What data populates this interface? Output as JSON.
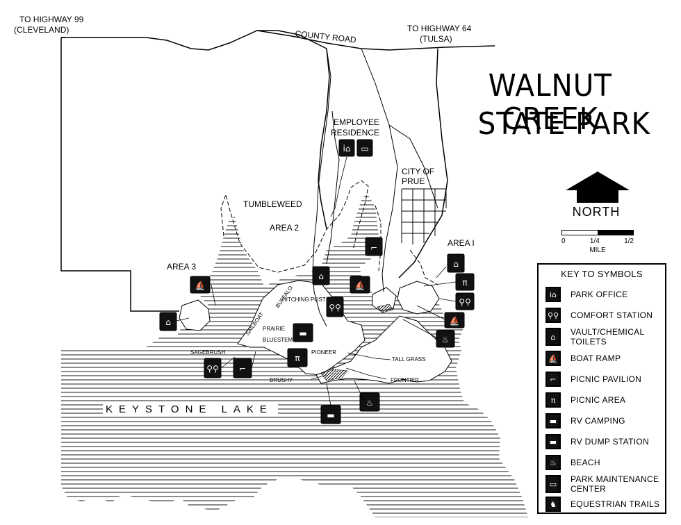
{
  "title": {
    "line1": "WALNUT CREEK",
    "line2": "STATE PARK"
  },
  "roads": {
    "hwy99": {
      "line1": "TO HIGHWAY 99",
      "line2": "(CLEVELAND)"
    },
    "hwy64": {
      "line1": "TO HIGHWAY 64",
      "line2": "(TULSA)"
    },
    "county_road": "COUNTY ROAD"
  },
  "places": {
    "employee_residence": {
      "line1": "EMPLOYEE",
      "line2": "RESIDENCE"
    },
    "city": {
      "line1": "CITY OF",
      "line2": "PRUE"
    },
    "tumbleweed": "TUMBLEWEED",
    "area1": "AREA I",
    "area2": "AREA 2",
    "area3": "AREA 3",
    "buffalo": "BUFFALO",
    "hitching_post": "HITCHING POST",
    "sailboat": "SAILBOAT",
    "prairie": "PRAIRIE",
    "bluestem": "BLUESTEM",
    "sagebrush": "SAGEBRUSH",
    "pioneer": "PIONEER",
    "tall_grass": "TALL GRASS",
    "brushy": "BRUSHY",
    "frontier": "FRONTIER",
    "lake": "KEYSTONE LAKE"
  },
  "north": {
    "label": "NORTH"
  },
  "scale": {
    "zero": "0",
    "quarter": "1/4",
    "half": "1/2",
    "unit": "MILE"
  },
  "key": {
    "title": "KEY TO SYMBOLS",
    "items": [
      {
        "label": "PARK OFFICE",
        "icon": "park-office-icon",
        "glyph": "i⌂"
      },
      {
        "label": "COMFORT STATION",
        "icon": "comfort-station-icon",
        "glyph": "⚲⚲"
      },
      {
        "label": "VAULT/CHEMICAL",
        "label2": "TOILETS",
        "icon": "vault-toilet-icon",
        "glyph": "⌂"
      },
      {
        "label": "BOAT RAMP",
        "icon": "boat-ramp-icon",
        "glyph": "⛵"
      },
      {
        "label": "PICNIC PAVILION",
        "icon": "picnic-pavilion-icon",
        "glyph": "⌐"
      },
      {
        "label": "PICNIC AREA",
        "icon": "picnic-area-icon",
        "glyph": "π"
      },
      {
        "label": "RV CAMPING",
        "icon": "rv-camping-icon",
        "glyph": "▬"
      },
      {
        "label": "RV DUMP STATION",
        "icon": "rv-dump-station-icon",
        "glyph": "▬"
      },
      {
        "label": "BEACH",
        "icon": "beach-icon",
        "glyph": "♨"
      },
      {
        "label": "PARK MAINTENANCE",
        "label2": "CENTER",
        "icon": "park-maintenance-icon",
        "glyph": "▭"
      },
      {
        "label": "EQUESTRIAN TRAILS",
        "icon": "equestrian-trails-icon",
        "glyph": "♞"
      }
    ]
  },
  "colors": {
    "ink": "#000000",
    "paper": "#ffffff",
    "icon_fill": "#111111"
  }
}
